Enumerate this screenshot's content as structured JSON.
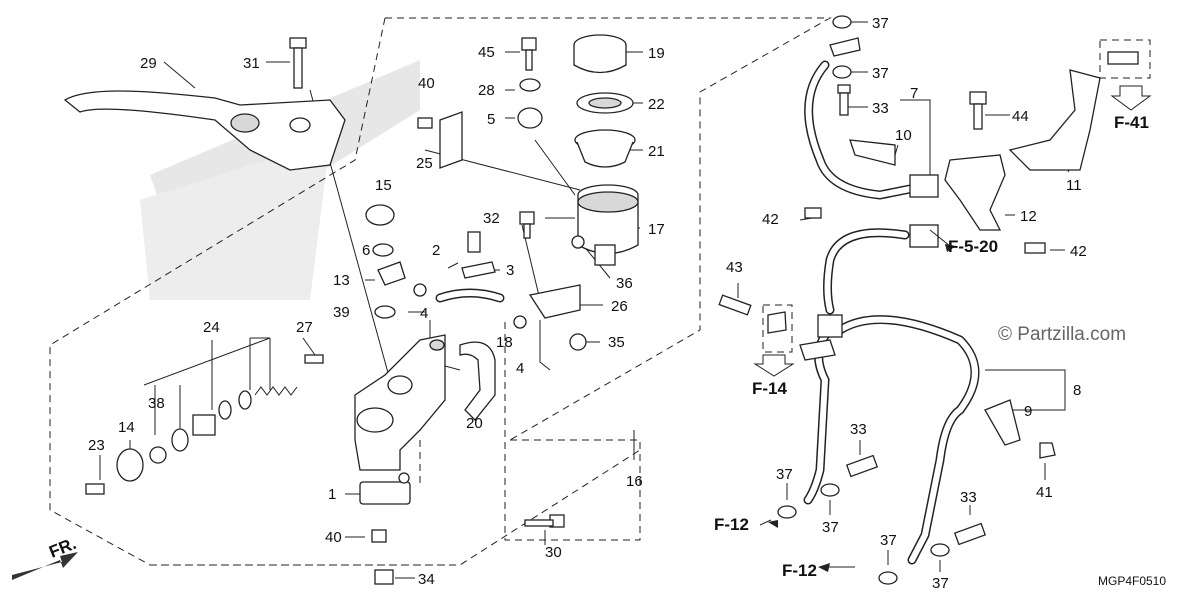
{
  "diagram": {
    "code": "MGP4F0510",
    "watermark": "© Partzilla.com",
    "front_arrow": "FR.",
    "refs": {
      "f41": "F-41",
      "f520": "F-5-20",
      "f14": "F-14",
      "f12a": "F-12",
      "f12b": "F-12"
    },
    "callouts": {
      "c1": "1",
      "c2": "2",
      "c3": "3",
      "c4a": "4",
      "c4b": "4",
      "c5": "5",
      "c6": "6",
      "c7": "7",
      "c8": "8",
      "c9": "9",
      "c10": "10",
      "c11": "11",
      "c12": "12",
      "c13": "13",
      "c14": "14",
      "c15": "15",
      "c16": "16",
      "c17": "17",
      "c18": "18",
      "c19": "19",
      "c20": "20",
      "c21": "21",
      "c22": "22",
      "c23": "23",
      "c24": "24",
      "c25": "25",
      "c26": "26",
      "c27": "27",
      "c28": "28",
      "c29": "29",
      "c30": "30",
      "c31": "31",
      "c32": "32",
      "c33a": "33",
      "c33b": "33",
      "c33c": "33",
      "c34": "34",
      "c35": "35",
      "c36": "36",
      "c37a": "37",
      "c37b": "37",
      "c37c": "37",
      "c37d": "37",
      "c37e": "37",
      "c37f": "37",
      "c38": "38",
      "c39": "39",
      "c40a": "40",
      "c40b": "40",
      "c41": "41",
      "c42a": "42",
      "c42b": "42",
      "c43": "43",
      "c44": "44",
      "c45": "45"
    }
  }
}
